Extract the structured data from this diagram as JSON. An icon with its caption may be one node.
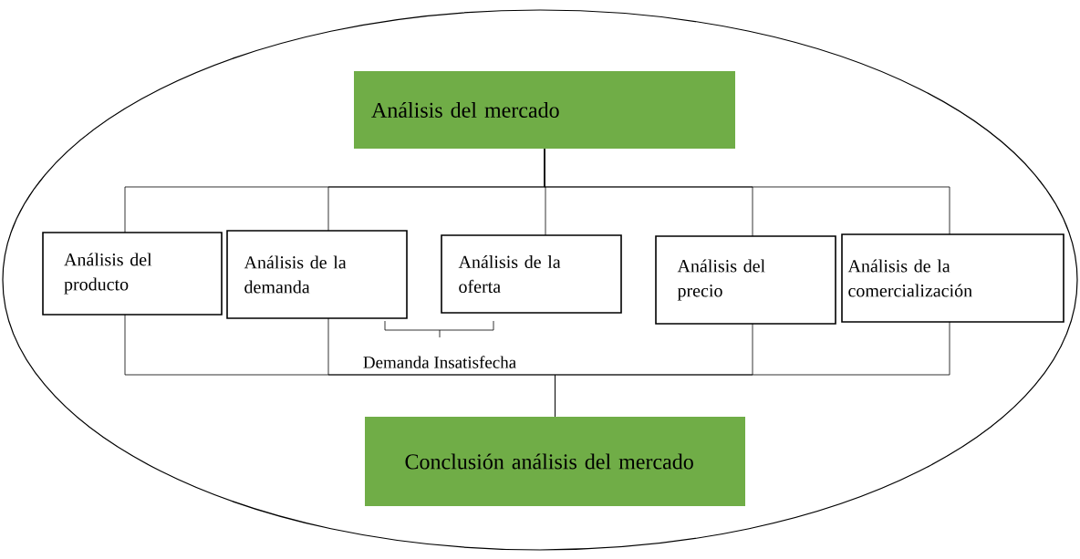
{
  "diagram": {
    "nodes": [
      {
        "text": [],
        "shape": "ellipse"
      },
      {
        "text": [
          "Análisis del mercado"
        ],
        "in": 0
      },
      {
        "text": [
          "Análisis del producto"
        ],
        "in": 0
      },
      {
        "text": [
          "Análisis de la demanda"
        ],
        "in": 0
      },
      {
        "text": [
          "Análisis de la oferta"
        ],
        "in": 0
      },
      {
        "text": [
          "Análisis del precio"
        ],
        "in": 0
      },
      {
        "text": [
          "Análisis de la comercialización"
        ],
        "in": 0
      },
      {
        "text": [
          "Conclusión análisis del mercado"
        ],
        "in": 0
      }
    ],
    "edges": [
      {
        "from": 1,
        "to": 2,
        "arrow": "none"
      },
      {
        "from": 1,
        "to": 3,
        "arrow": "none"
      },
      {
        "from": 1,
        "to": 4,
        "arrow": "none"
      },
      {
        "from": 1,
        "to": 5,
        "arrow": "none"
      },
      {
        "from": 1,
        "to": 6,
        "arrow": "none"
      },
      {
        "from": 2,
        "to": 7,
        "arrow": "none"
      },
      {
        "from": 3,
        "to": 7,
        "arrow": "none"
      },
      {
        "from": 5,
        "to": 7,
        "arrow": "none"
      },
      {
        "from": 6,
        "to": 7,
        "arrow": "none"
      }
    ],
    "labels": [
      "Demanda Insatisfecha"
    ]
  }
}
